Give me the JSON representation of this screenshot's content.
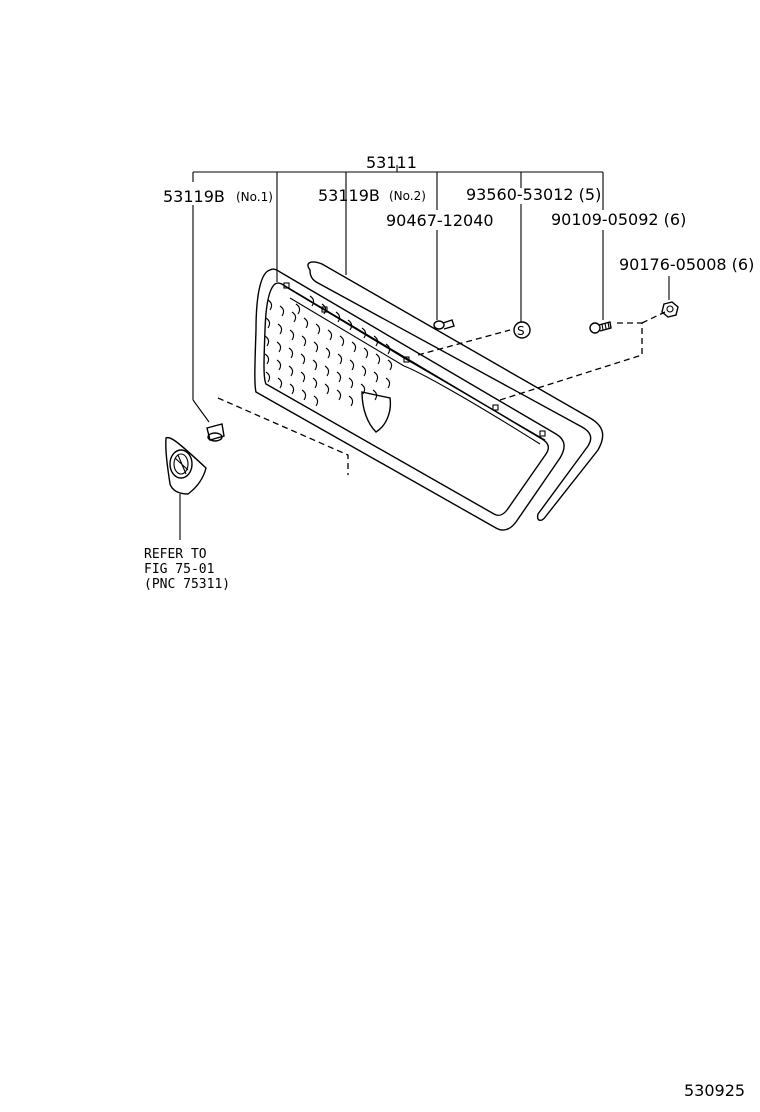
{
  "diagram": {
    "parts": {
      "assembly": "53111",
      "grille_no1_num": "53119B",
      "grille_no1_sub": "(No.1)",
      "grille_no2_num": "53119B",
      "grille_no2_sub": "(No.2)",
      "clip_a": "90467-12040",
      "screw_s": "93560-53012 (5)",
      "screw_b": "90109-05092 (6)",
      "nut": "90176-05008 (6)"
    },
    "reference": {
      "line1": "REFER TO",
      "line2": "FIG 75-01",
      "line3": "(PNC 75311)"
    },
    "diagram_code": "530925",
    "s_marker": "S"
  }
}
